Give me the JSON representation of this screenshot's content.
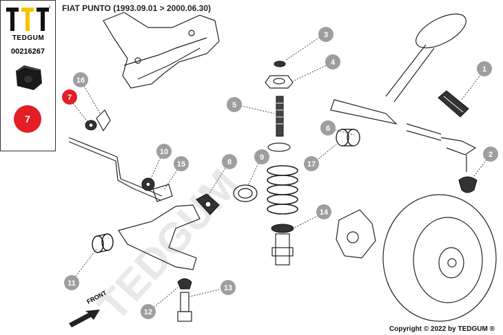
{
  "header": {
    "title": "FIAT PUNTO  (1993.09.01 > 2000.06.30)"
  },
  "sidebar": {
    "brand": "TEDGUM",
    "registered_mark": "®",
    "part_number": "00216267",
    "highlight_number": "7"
  },
  "diagram": {
    "watermark": "TEDGUM",
    "front_label": "FRONT",
    "callouts": [
      "1",
      "2",
      "3",
      "4",
      "5",
      "6",
      "7",
      "8",
      "9",
      "10",
      "11",
      "12",
      "13",
      "14",
      "15",
      "16",
      "17"
    ]
  },
  "footer": {
    "copyright": "Copyright © 2022 by TEDGUM ®"
  },
  "colors": {
    "accent": "#e41e26",
    "callout": "#9e9e9e",
    "line": "#222222"
  }
}
